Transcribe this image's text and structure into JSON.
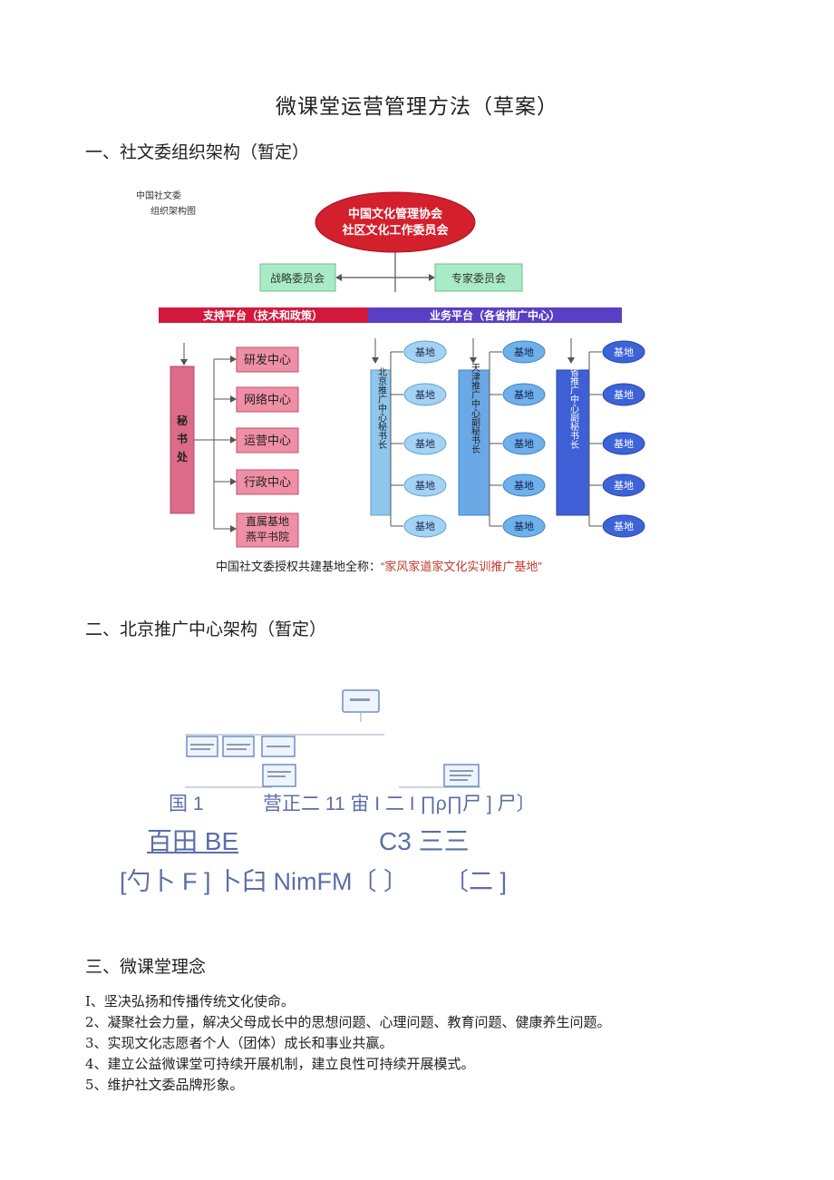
{
  "document": {
    "title": "微课堂运营管理方法（草案）",
    "section1_heading": "一、社文委组织架构（暂定）",
    "section2_heading": "二、北京推广中心架构（暂定）",
    "section3_heading": "三、微课堂理念"
  },
  "org_chart": {
    "corner_label_1": "中国社文委",
    "corner_label_2": "组织架构图",
    "top_line1": "中国文化管理协会",
    "top_line2": "社区文化工作委员会",
    "strategy": "战略委员会",
    "expert": "专家委员会",
    "support_bar": "支持平台（技术和政策）",
    "business_bar": "业务平台（各省推广中心）",
    "secretariat": "秘书处",
    "centers": [
      "研发中心",
      "网络中心",
      "运营中心",
      "行政中心",
      "直属基地燕平书院"
    ],
    "base_label": "基地",
    "col1_text": "北京推广中心秘书长",
    "col2_text": "天津推广中心副秘书长",
    "col3_text": "省推广中心副秘书长",
    "caption_prefix": "中国社文委授权共建基地全称：",
    "caption_quote": "“家风家道家文化实训推广基地”"
  },
  "beijing_chart": {
    "line1_a": "国 1",
    "line1_b": "营正二 11 宙 I 二 I ∏ρ∏尸 ] 尸〕",
    "line2_a": "百田 BE",
    "line2_b": "C3 三三",
    "line3_a": "[勺卜 F ] 卜臼 NimFM〔 〕",
    "line3_b": "〔二 ]"
  },
  "principles": [
    "I、坚决弘扬和传播传统文化使命。",
    "2、凝聚社会力量，解决父母成长中的思想问题、心理问题、教育问题、健康养生问题。",
    "3、实现文化志愿者个人（团体）成长和事业共赢。",
    "4、建立公益微课堂可持续开展机制，建立良性可持续开展模式。",
    "5、维护社文委品牌形象。"
  ]
}
